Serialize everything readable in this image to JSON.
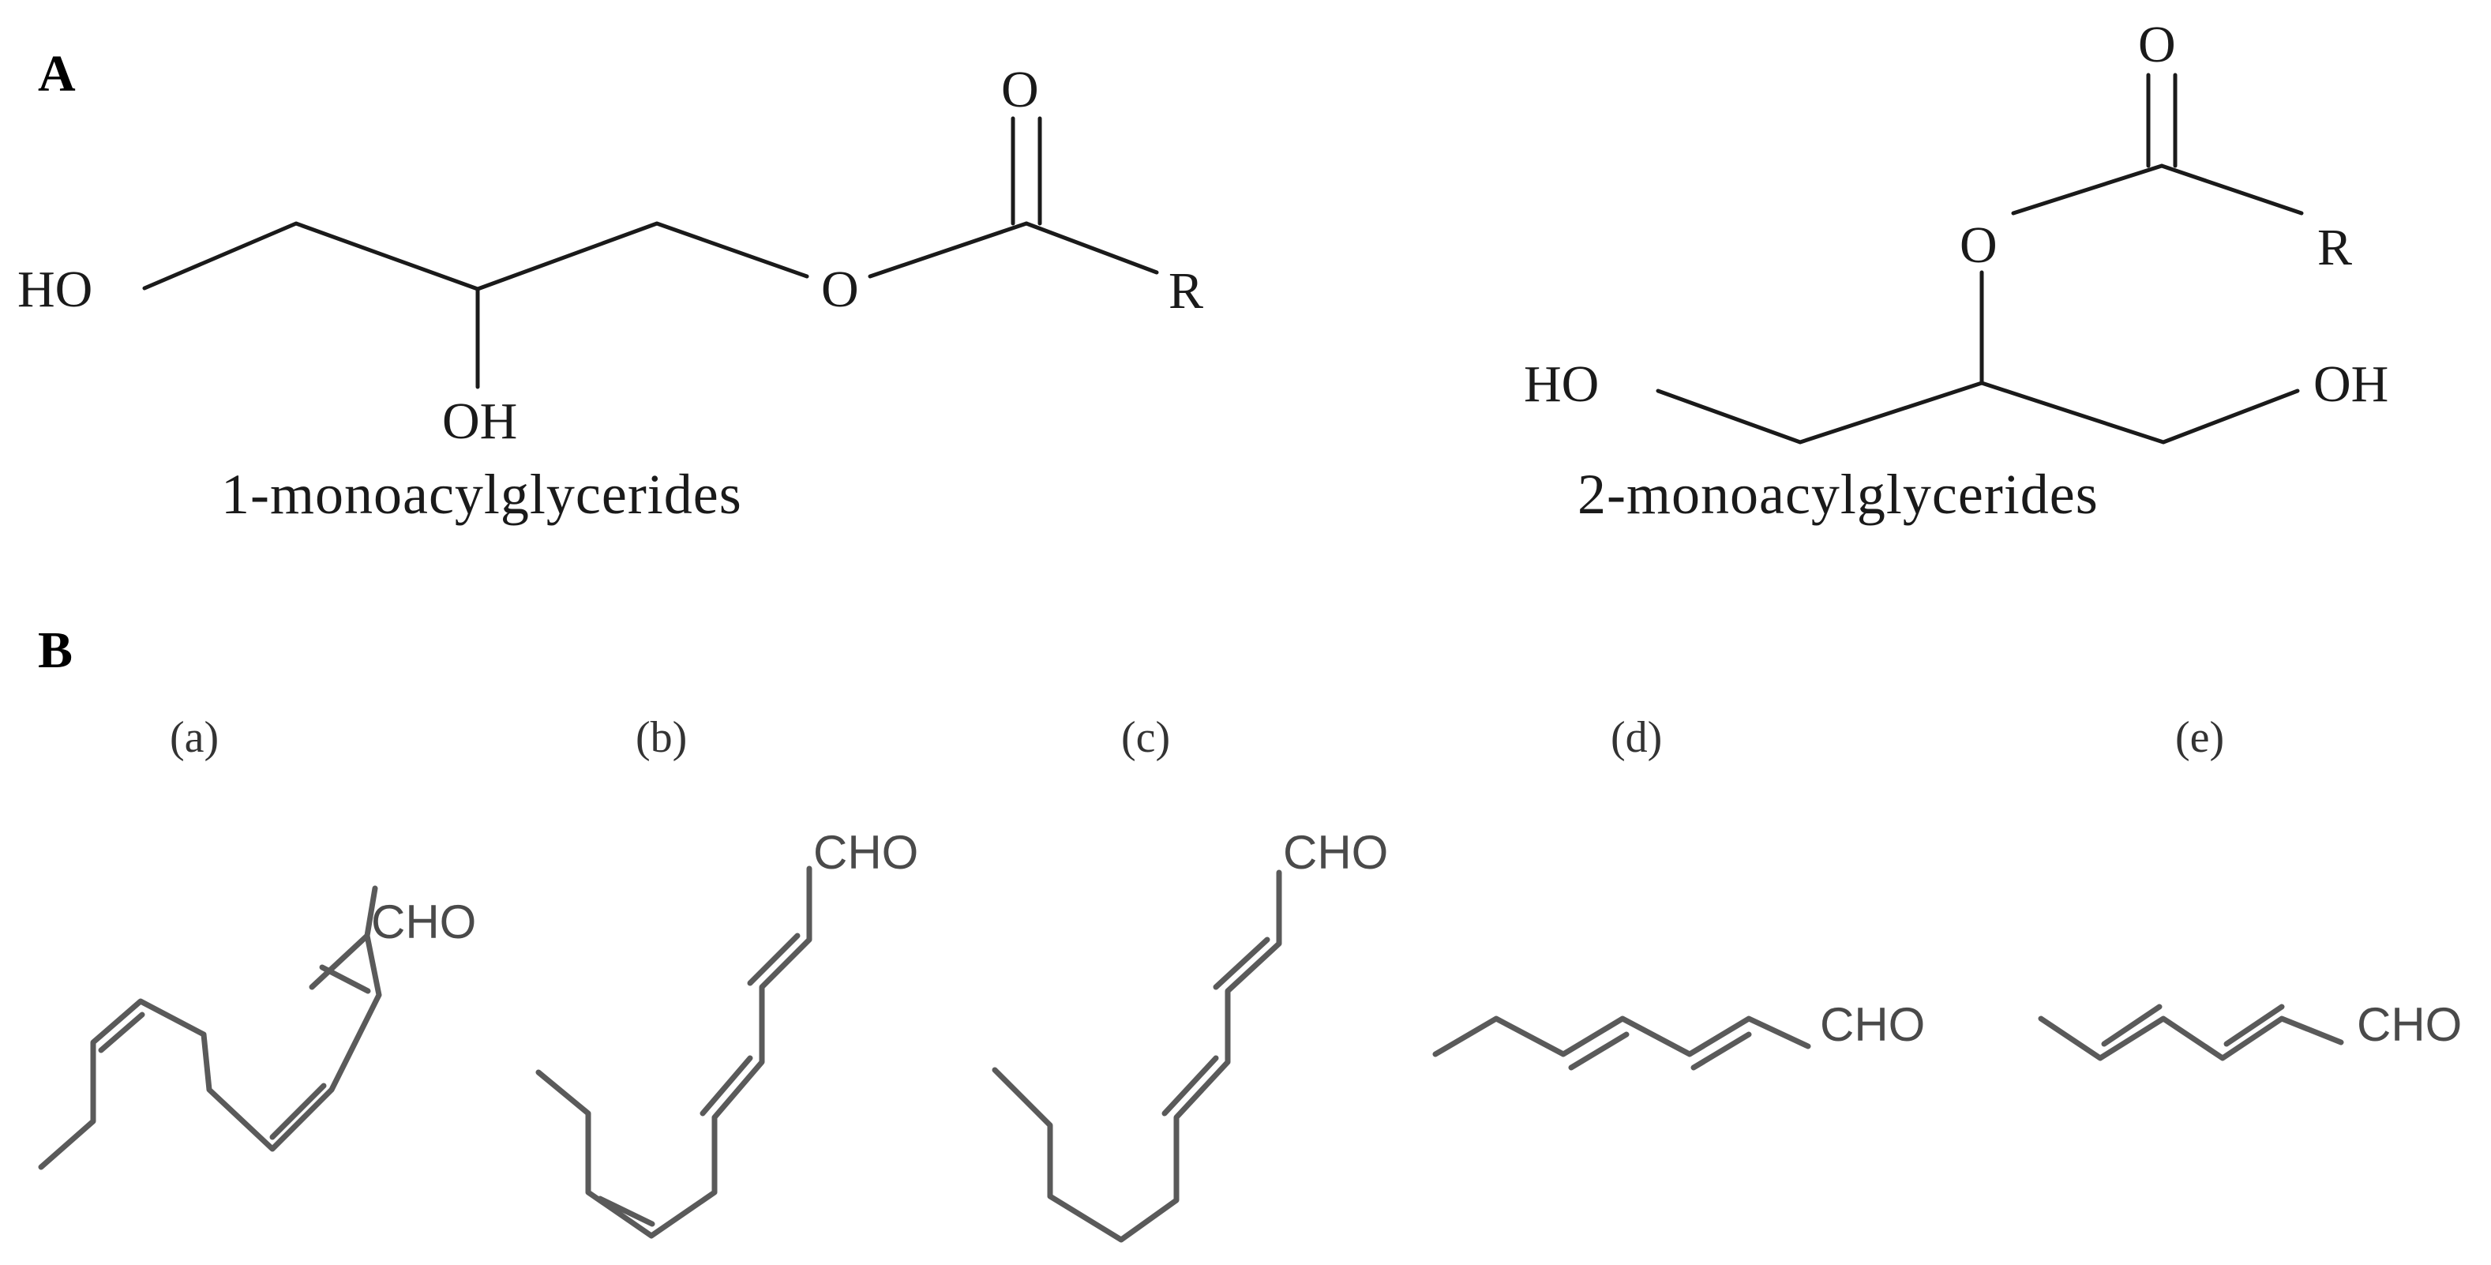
{
  "panels": {
    "a": {
      "label": "A",
      "mol1": {
        "ho": "HO",
        "oh": "OH",
        "o_ester": "O",
        "o_carbonyl": "O",
        "r": "R",
        "name": "1-monoacylglycerides"
      },
      "mol2": {
        "ho": "HO",
        "oh": "OH",
        "o_ester": "O",
        "o_carbonyl": "O",
        "r": "R",
        "name": "2-monoacylglycerides"
      }
    },
    "b": {
      "label": "B",
      "compounds": [
        {
          "label": "(a)",
          "group": "CHO"
        },
        {
          "label": "(b)",
          "group": "CHO"
        },
        {
          "label": "(c)",
          "group": "CHO"
        },
        {
          "label": "(d)",
          "group": "CHO"
        },
        {
          "label": "(e)",
          "group": "CHO"
        }
      ]
    }
  },
  "colors": {
    "panel_a_stroke": "#1a1a1a",
    "panel_b_stroke": "#5a5a5a",
    "background": "#ffffff"
  }
}
